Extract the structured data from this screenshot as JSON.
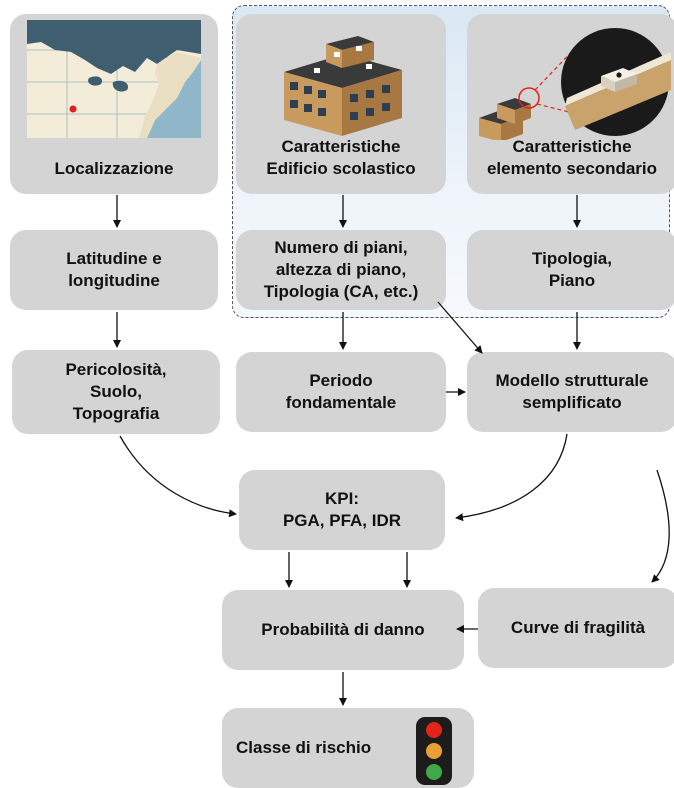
{
  "boxes": {
    "localizzazione": "Localizzazione",
    "edificio": "Caratteristiche\nEdificio scolastico",
    "elemento": "Caratteristiche\nelemento secondario",
    "latlong": "Latitudine e\nlongitudine",
    "piani": "Numero di piani,\naltezza di piano,\nTipologia (CA, etc.)",
    "tipologia": "Tipologia,\nPiano",
    "pericolosita": "Pericolosità,\nSuolo,\nTopografia",
    "periodo": "Periodo\nfondamentale",
    "modello": "Modello strutturale\nsemplificato",
    "kpi": "KPI:\nPGA, PFA, IDR",
    "probabilita": "Probabilità di danno",
    "fragilita": "Curve di fragilità",
    "classe": "Classe di rischio"
  },
  "colors": {
    "box": "#d4d4d4",
    "highlight": "#dde9f4",
    "light_red": "#e2231a",
    "light_amber": "#e8a033",
    "light_green": "#3ea84a",
    "map_water": "#3f5f70",
    "map_land": "#f3ecd8",
    "map_point": "#e11d1d"
  },
  "icons": {
    "map": "map-icon",
    "building": "school-building-icon",
    "element": "secondary-element-icon",
    "traffic_light": "traffic-light-icon"
  }
}
